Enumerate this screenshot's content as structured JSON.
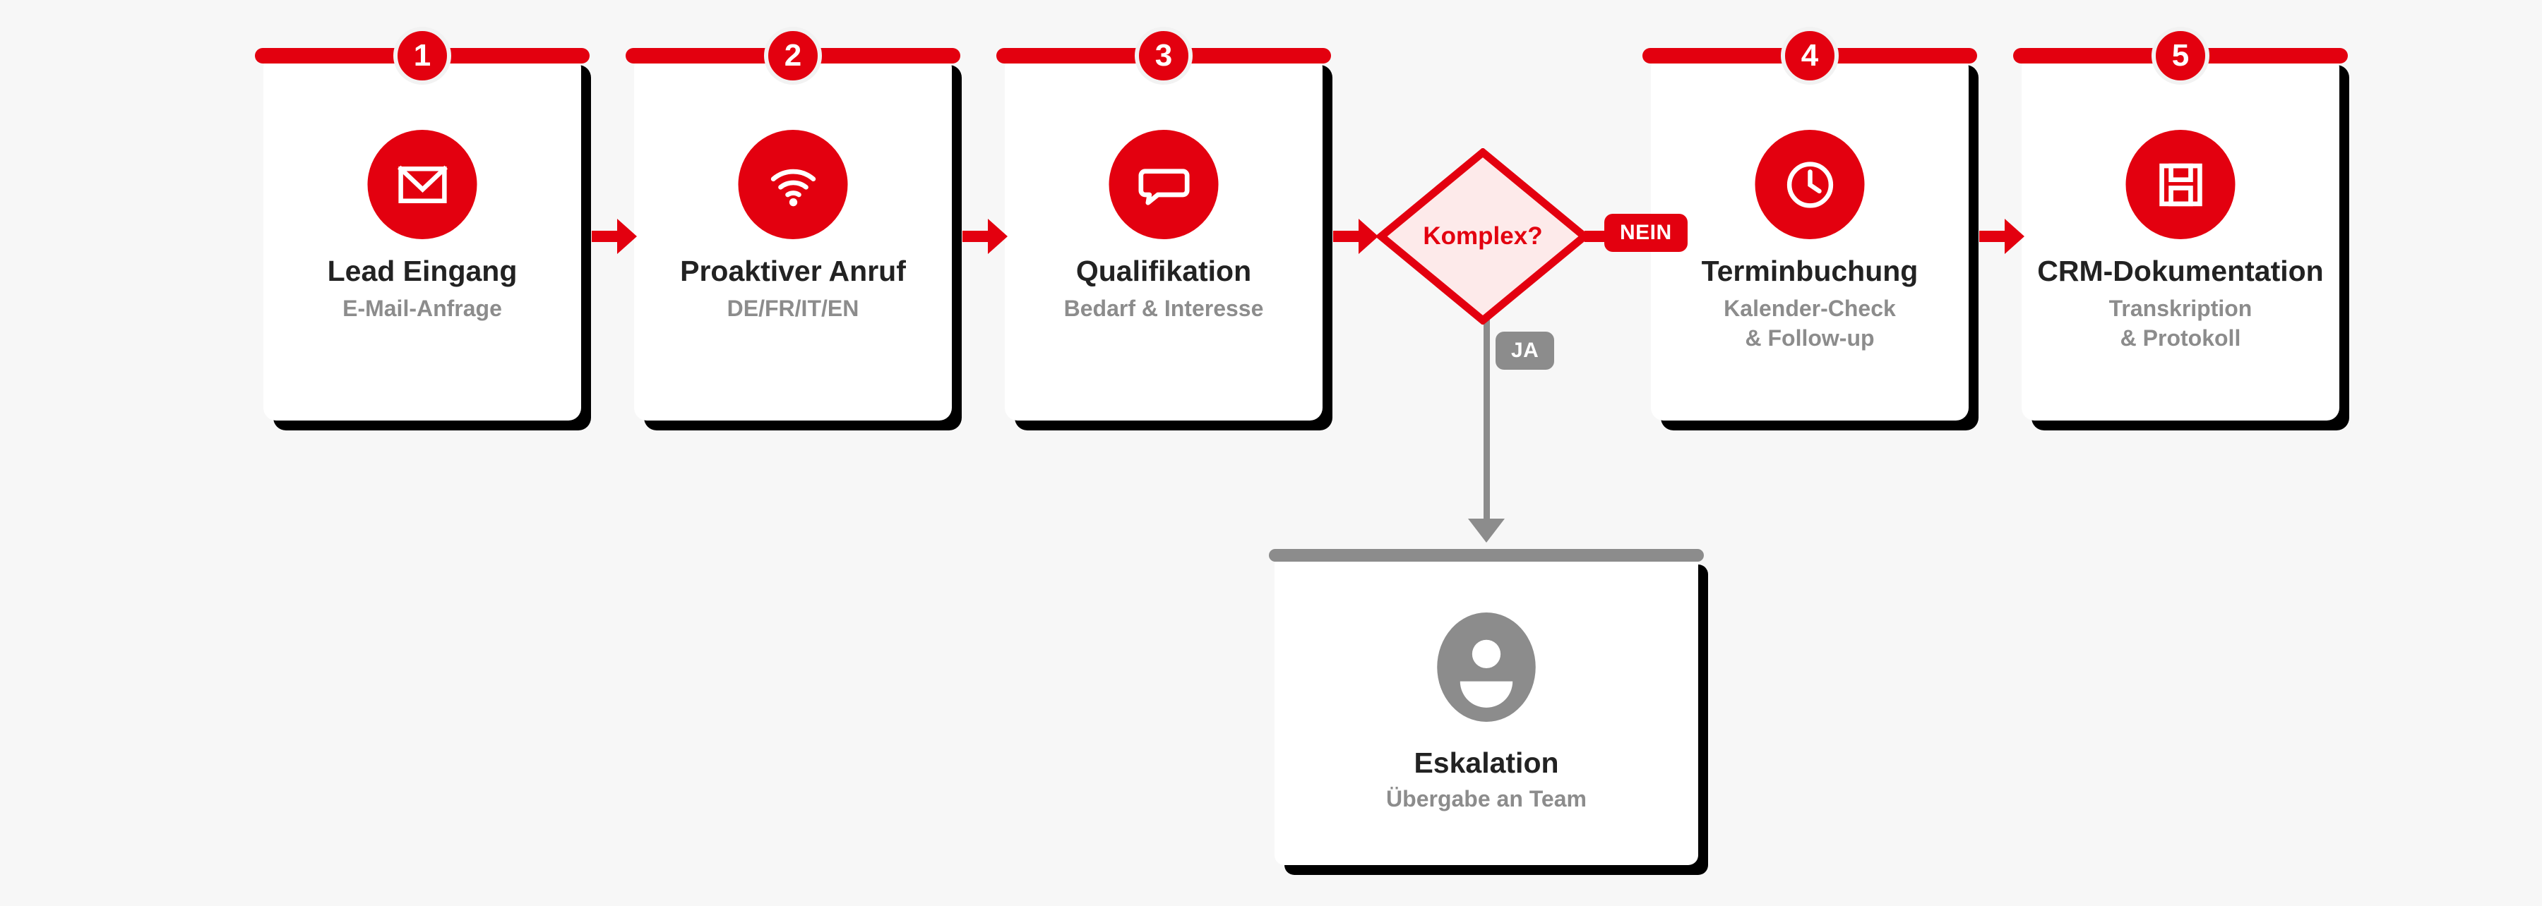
{
  "theme": {
    "background": "#f7f7f7",
    "accent_red": "#e3000f",
    "grey": "#8c8c8c",
    "title_color": "#222222",
    "diamond_fill": "#fdeaea"
  },
  "steps": [
    {
      "number": "1",
      "icon": "envelope-icon",
      "title": "Lead Eingang",
      "subtitle": "E-Mail-Anfrage"
    },
    {
      "number": "2",
      "icon": "wifi-signal-icon",
      "title": "Proaktiver Anruf",
      "subtitle": "DE/FR/IT/EN"
    },
    {
      "number": "3",
      "icon": "speech-bubble-icon",
      "title": "Qualifikation",
      "subtitle": "Bedarf & Interesse"
    },
    {
      "number": "4",
      "icon": "clock-icon",
      "title": "Terminbuchung",
      "subtitle": "Kalender-Check\n& Follow-up"
    },
    {
      "number": "5",
      "icon": "floppy-save-icon",
      "title": "CRM-Dokumentation",
      "subtitle": "Transkription\n& Protokoll"
    }
  ],
  "decision": {
    "label": "Komplex?",
    "branch_no_label": "NEIN",
    "branch_yes_label": "JA"
  },
  "escalation": {
    "icon": "person-icon",
    "title": "Eskalation",
    "subtitle": "Übergabe an Team"
  }
}
